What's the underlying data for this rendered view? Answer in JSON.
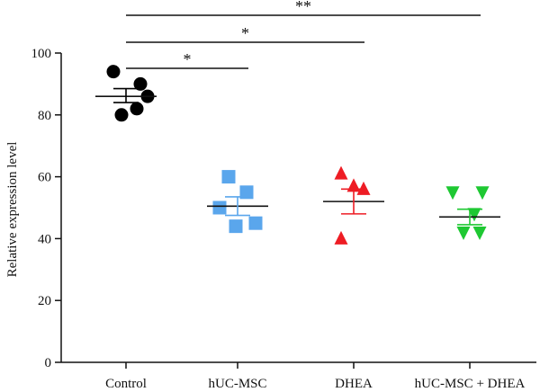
{
  "chart_data": {
    "type": "scatter",
    "ylabel": "Relative expression level",
    "xlabel": "",
    "ylim": [
      0,
      100
    ],
    "yticks": [
      "0",
      "20",
      "40",
      "60",
      "80",
      "100"
    ],
    "grid": false,
    "categories": [
      "Control",
      "hUC-MSC",
      "DHEA",
      "hUC-MSC + DHEA"
    ],
    "series": [
      {
        "category": "Control",
        "marker": "circle",
        "color": "#000000",
        "points": [
          94,
          90,
          86,
          80,
          82
        ],
        "mean": 86,
        "sem_low": 84,
        "sem_high": 88.5
      },
      {
        "category": "hUC-MSC",
        "marker": "square",
        "color": "#5aa6ec",
        "points": [
          60,
          55,
          50,
          44,
          45
        ],
        "mean": 50.5,
        "sem_low": 47.5,
        "sem_high": 53.5
      },
      {
        "category": "DHEA",
        "marker": "triangle-up",
        "color": "#ee1c24",
        "points": [
          61,
          57,
          56,
          40
        ],
        "mean": 52,
        "sem_low": 48,
        "sem_high": 56
      },
      {
        "category": "hUC-MSC + DHEA",
        "marker": "triangle-down",
        "color": "#1ec832",
        "points": [
          55,
          55,
          48,
          42,
          42
        ],
        "mean": 47,
        "sem_low": 44.5,
        "sem_high": 49.5
      }
    ],
    "significance": [
      {
        "from": "Control",
        "to": "hUC-MSC",
        "label": "*"
      },
      {
        "from": "Control",
        "to": "DHEA",
        "label": "*"
      },
      {
        "from": "Control",
        "to": "hUC-MSC + DHEA",
        "label": "**"
      }
    ]
  }
}
